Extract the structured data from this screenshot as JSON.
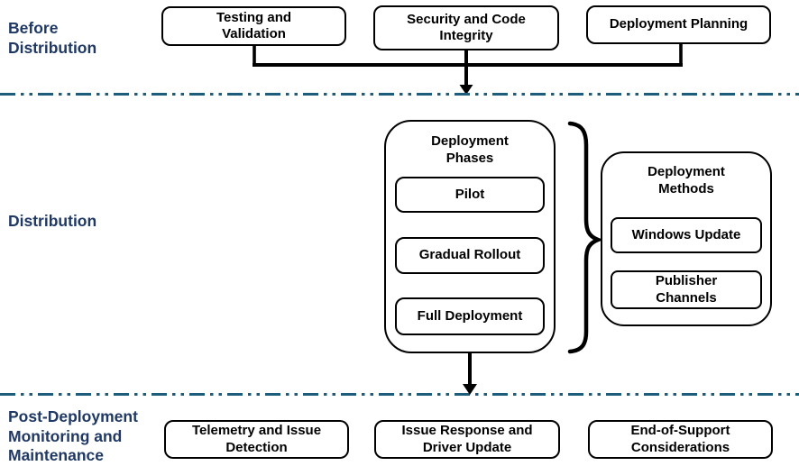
{
  "colors": {
    "section_label": "#1F3864",
    "divider": "#1E5C7B",
    "line": "#000000",
    "box_bg": "#FFFFFF"
  },
  "sections": {
    "before": {
      "label": "Before Distribution"
    },
    "distribution": {
      "label": "Distribution"
    },
    "post": {
      "label": "Post-Deployment Monitoring and Maintenance"
    }
  },
  "before_row": {
    "boxes": [
      "Testing and Validation",
      "Security and Code Integrity",
      "Deployment Planning"
    ]
  },
  "phases": {
    "title": "Deployment Phases",
    "steps": [
      "Pilot",
      "Gradual Rollout",
      "Full Deployment"
    ]
  },
  "methods": {
    "title": "Deployment Methods",
    "items": [
      "Windows Update",
      "Publisher Channels"
    ]
  },
  "post_row": {
    "boxes": [
      "Telemetry and Issue Detection",
      "Issue Response and Driver Update",
      "End-of-Support Considerations"
    ]
  }
}
